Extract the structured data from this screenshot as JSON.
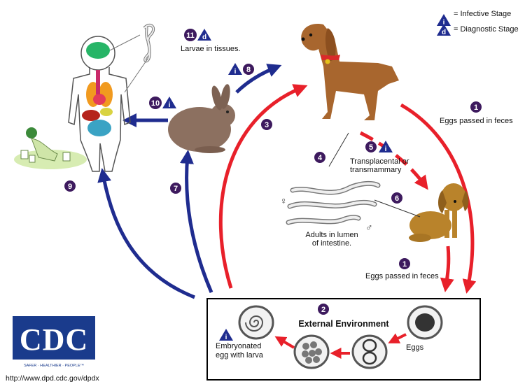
{
  "legend": {
    "infective_symbol": "i",
    "infective_label": "= Infective Stage",
    "diagnostic_symbol": "d",
    "diagnostic_label": "= Diagnostic Stage"
  },
  "steps": {
    "s1a": "1",
    "s1a_label": "Eggs passed in feces",
    "s1b": "1",
    "s1b_label": "Eggs passed in feces",
    "s2": "2",
    "s2_label": "External Environment",
    "s3": "3",
    "s4": "4",
    "s4_label_line1": "Adults in lumen",
    "s4_label_line2": "of intestine.",
    "s5": "5",
    "s5_label_line1": "Transplacental or",
    "s5_label_line2": "transmammary",
    "s6": "6",
    "s7": "7",
    "s8": "8",
    "s9": "9",
    "s10": "10",
    "s11": "11",
    "s11_label": "Larvae in tissues."
  },
  "env_labels": {
    "eggs": "Eggs",
    "embryonated_line1": "Embryonated",
    "embryonated_line2": "egg with larva"
  },
  "sex_symbols": {
    "female": "♀",
    "male": "♂"
  },
  "footer": {
    "logo_text": "CDC",
    "logo_tagline": "SAFER · HEALTHIER · PEOPLE™",
    "url": "http://www.dpd.cdc.gov/dpdx"
  },
  "colors": {
    "red_arrow": "#e8202a",
    "blue_arrow": "#1f2c8f",
    "number_circle": "#3d1a5e",
    "triangle": "#1f2c8f",
    "cdc_blue": "#1a3b8c",
    "dog": "#a8662e",
    "puppy": "#b9832b",
    "rabbit": "#8c7060"
  }
}
